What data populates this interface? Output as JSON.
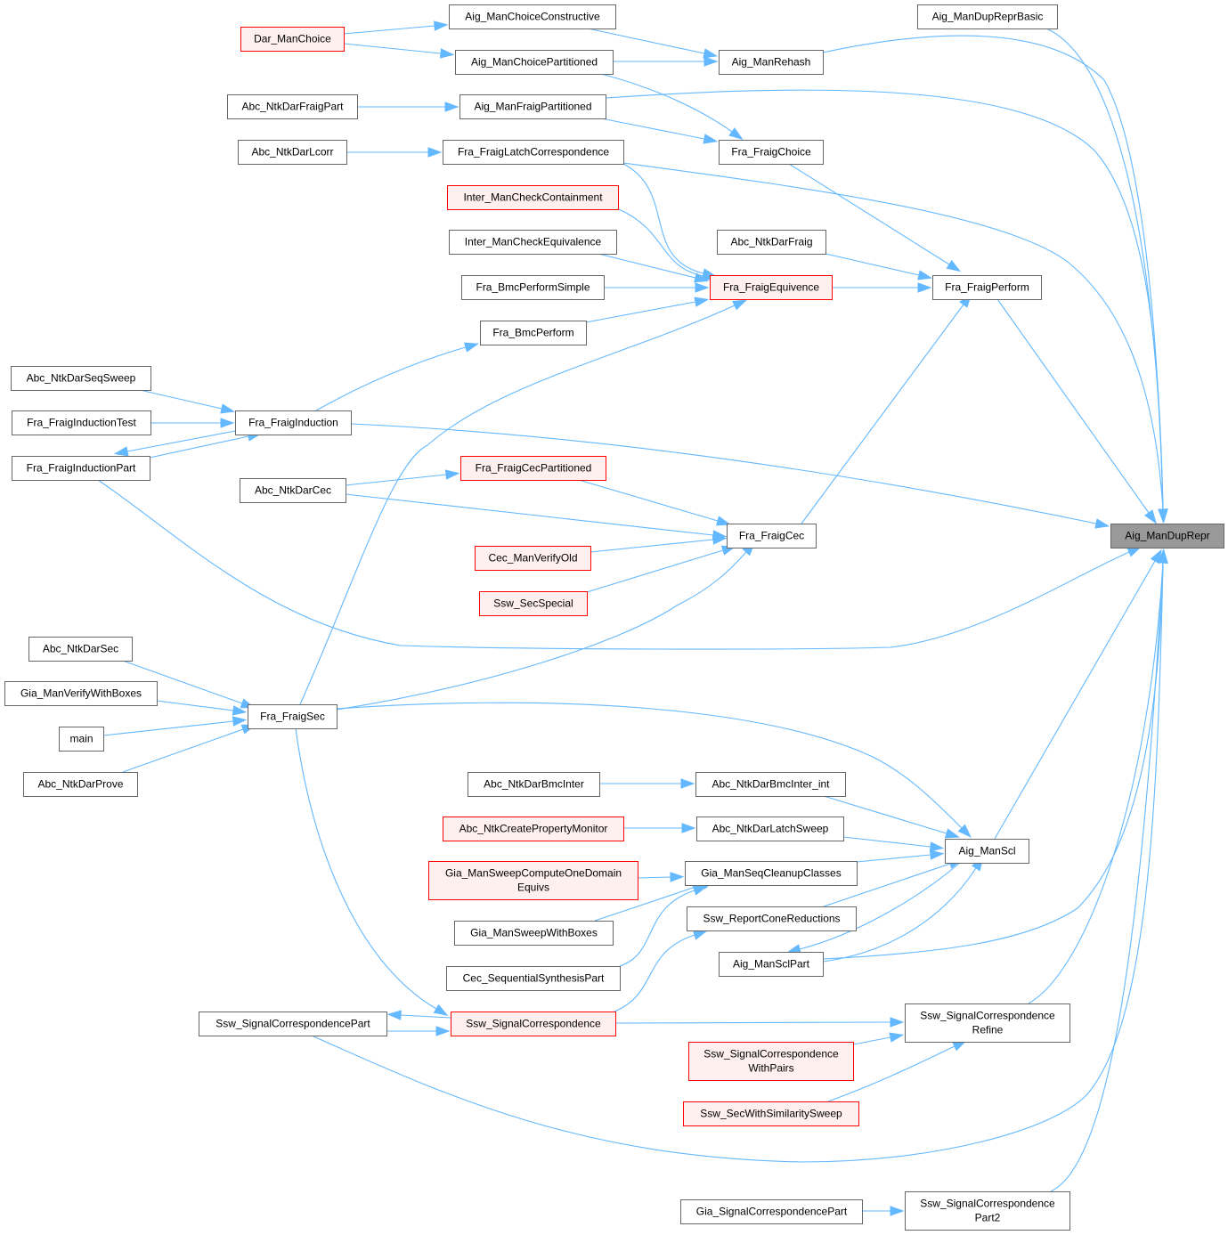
{
  "diagram": {
    "title": "Aig_ManDupRepr caller graph",
    "target": "Aig_ManDupRepr",
    "nodes": [
      {
        "id": "aig_mandupreprbasic",
        "text": [
          "Aig_ManDupReprBasic"
        ],
        "style": "normal"
      },
      {
        "id": "aig_manchoiceconstructive",
        "text": [
          "Aig_ManChoiceConstructive"
        ],
        "style": "normal"
      },
      {
        "id": "dar_manchoice",
        "text": [
          "Dar_ManChoice"
        ],
        "style": "red"
      },
      {
        "id": "aig_manchoicepartitioned",
        "text": [
          "Aig_ManChoicePartitioned"
        ],
        "style": "normal"
      },
      {
        "id": "aig_manrehash",
        "text": [
          "Aig_ManRehash"
        ],
        "style": "normal"
      },
      {
        "id": "abc_ntkdarfraigpart",
        "text": [
          "Abc_NtkDarFraigPart"
        ],
        "style": "normal"
      },
      {
        "id": "aig_manfraigpartitioned",
        "text": [
          "Aig_ManFraigPartitioned"
        ],
        "style": "normal"
      },
      {
        "id": "abc_ntkdarlcorr",
        "text": [
          "Abc_NtkDarLcorr"
        ],
        "style": "normal"
      },
      {
        "id": "fra_fraiglatchcorrespondence",
        "text": [
          "Fra_FraigLatchCorrespondence"
        ],
        "style": "normal"
      },
      {
        "id": "fra_fraigchoice",
        "text": [
          "Fra_FraigChoice"
        ],
        "style": "normal"
      },
      {
        "id": "inter_mancheckcontainment",
        "text": [
          "Inter_ManCheckContainment"
        ],
        "style": "red"
      },
      {
        "id": "inter_mancheckequivalence",
        "text": [
          "Inter_ManCheckEquivalence"
        ],
        "style": "normal"
      },
      {
        "id": "abc_ntkdarfraig",
        "text": [
          "Abc_NtkDarFraig"
        ],
        "style": "normal"
      },
      {
        "id": "fra_bmcperformsimple",
        "text": [
          "Fra_BmcPerformSimple"
        ],
        "style": "normal"
      },
      {
        "id": "fra_fraigequivence",
        "text": [
          "Fra_FraigEquivence"
        ],
        "style": "red"
      },
      {
        "id": "fra_fraigperform",
        "text": [
          "Fra_FraigPerform"
        ],
        "style": "normal"
      },
      {
        "id": "fra_bmcperform",
        "text": [
          "Fra_BmcPerform"
        ],
        "style": "normal"
      },
      {
        "id": "abc_ntkdarseqsweep",
        "text": [
          "Abc_NtkDarSeqSweep"
        ],
        "style": "normal"
      },
      {
        "id": "fra_fraiginductiontest",
        "text": [
          "Fra_FraigInductionTest"
        ],
        "style": "normal"
      },
      {
        "id": "fra_fraiginduction",
        "text": [
          "Fra_FraigInduction"
        ],
        "style": "normal"
      },
      {
        "id": "fra_fraiginductionpart",
        "text": [
          "Fra_FraigInductionPart"
        ],
        "style": "normal"
      },
      {
        "id": "fra_fraigcecpartitioned",
        "text": [
          "Fra_FraigCecPartitioned"
        ],
        "style": "red"
      },
      {
        "id": "abc_ntkdarcec",
        "text": [
          "Abc_NtkDarCec"
        ],
        "style": "normal"
      },
      {
        "id": "fra_fraigcec",
        "text": [
          "Fra_FraigCec"
        ],
        "style": "normal"
      },
      {
        "id": "aig_mandupdepr",
        "text": [
          "Aig_ManDupRepr"
        ],
        "style": "target"
      },
      {
        "id": "cec_manverifyold",
        "text": [
          "Cec_ManVerifyOld"
        ],
        "style": "red"
      },
      {
        "id": "ssw_secspecial",
        "text": [
          "Ssw_SecSpecial"
        ],
        "style": "red"
      },
      {
        "id": "abc_ntkdarsec",
        "text": [
          "Abc_NtkDarSec"
        ],
        "style": "normal"
      },
      {
        "id": "gia_manverifywithboxes",
        "text": [
          "Gia_ManVerifyWithBoxes"
        ],
        "style": "normal"
      },
      {
        "id": "fra_fraigsec",
        "text": [
          "Fra_FraigSec"
        ],
        "style": "normal"
      },
      {
        "id": "main",
        "text": [
          "main"
        ],
        "style": "normal"
      },
      {
        "id": "abc_ntkdarprove",
        "text": [
          "Abc_NtkDarProve"
        ],
        "style": "normal"
      },
      {
        "id": "abc_ntkdarbmcinter",
        "text": [
          "Abc_NtkDarBmcInter"
        ],
        "style": "normal"
      },
      {
        "id": "abc_ntkdarbmcinter_int",
        "text": [
          "Abc_NtkDarBmcInter_int"
        ],
        "style": "normal"
      },
      {
        "id": "abc_ntkcreatepropertymonitor",
        "text": [
          "Abc_NtkCreatePropertyMonitor"
        ],
        "style": "red"
      },
      {
        "id": "abc_ntkdarlatchsweep",
        "text": [
          "Abc_NtkDarLatchSweep"
        ],
        "style": "normal"
      },
      {
        "id": "aig_manscl",
        "text": [
          "Aig_ManScl"
        ],
        "style": "normal"
      },
      {
        "id": "gia_mansweepcomputeonedomainequivs",
        "text": [
          "Gia_ManSweepComputeOneDomain",
          "Equivs"
        ],
        "style": "red"
      },
      {
        "id": "gia_manseqcleanupclasses",
        "text": [
          "Gia_ManSeqCleanupClasses"
        ],
        "style": "normal"
      },
      {
        "id": "ssw_reportconereductions",
        "text": [
          "Ssw_ReportConeReductions"
        ],
        "style": "normal"
      },
      {
        "id": "gia_mansweepwithboxes",
        "text": [
          "Gia_ManSweepWithBoxes"
        ],
        "style": "normal"
      },
      {
        "id": "aig_mansclpart",
        "text": [
          "Aig_ManSclPart"
        ],
        "style": "normal"
      },
      {
        "id": "cec_sequentialsynthesispart",
        "text": [
          "Cec_SequentialSynthesisPart"
        ],
        "style": "normal"
      },
      {
        "id": "ssw_signalcorrespondencepart",
        "text": [
          "Ssw_SignalCorrespondencePart"
        ],
        "style": "normal"
      },
      {
        "id": "ssw_signalcorrespondence",
        "text": [
          "Ssw_SignalCorrespondence"
        ],
        "style": "red"
      },
      {
        "id": "ssw_signalcorrespondencerefine",
        "text": [
          "Ssw_SignalCorrespondence",
          "Refine"
        ],
        "style": "normal"
      },
      {
        "id": "ssw_signalcorrespondencewithpairs",
        "text": [
          "Ssw_SignalCorrespondence",
          "WithPairs"
        ],
        "style": "red"
      },
      {
        "id": "ssw_secwithsimilaritysweep",
        "text": [
          "Ssw_SecWithSimilaritySweep"
        ],
        "style": "red"
      },
      {
        "id": "gia_signalcorrespondencepart",
        "text": [
          "Gia_SignalCorrespondencePart"
        ],
        "style": "normal"
      },
      {
        "id": "ssw_signalcorrespondencepart2",
        "text": [
          "Ssw_SignalCorrespondence",
          "Part2"
        ],
        "style": "normal"
      }
    ],
    "edges": [
      [
        "aig_mandupreprbasic",
        "aig_mandupdepr"
      ],
      [
        "dar_manchoice",
        "aig_manchoiceconstructive"
      ],
      [
        "dar_manchoice",
        "aig_manchoicepartitioned"
      ],
      [
        "aig_manchoiceconstructive",
        "aig_manrehash"
      ],
      [
        "aig_manchoicepartitioned",
        "aig_manrehash"
      ],
      [
        "aig_manchoicepartitioned",
        "fra_fraigchoice"
      ],
      [
        "aig_manrehash",
        "aig_mandupdepr"
      ],
      [
        "abc_ntkdarfraigpart",
        "aig_manfraigpartitioned"
      ],
      [
        "aig_manfraigpartitioned",
        "fra_fraigchoice"
      ],
      [
        "aig_manfraigpartitioned",
        "aig_mandupdepr"
      ],
      [
        "abc_ntkdarlcorr",
        "fra_fraiglatchcorrespondence"
      ],
      [
        "fra_fraiglatchcorrespondence",
        "fra_fraigequivence"
      ],
      [
        "fra_fraiglatchcorrespondence",
        "aig_mandupdepr"
      ],
      [
        "fra_fraigchoice",
        "fra_fraigperform"
      ],
      [
        "inter_mancheckcontainment",
        "fra_fraigequivence"
      ],
      [
        "inter_mancheckequivalence",
        "fra_fraigequivence"
      ],
      [
        "fra_bmcperformsimple",
        "fra_fraigequivence"
      ],
      [
        "fra_bmcperform",
        "fra_fraigequivence"
      ],
      [
        "abc_ntkdarfraig",
        "fra_fraigperform"
      ],
      [
        "fra_fraigequivence",
        "fra_fraigperform"
      ],
      [
        "fra_fraigperform",
        "aig_mandupdepr"
      ],
      [
        "fra_fraiginduction",
        "fra_bmcperform"
      ],
      [
        "abc_ntkdarseqsweep",
        "fra_fraiginduction"
      ],
      [
        "fra_fraiginductiontest",
        "fra_fraiginduction"
      ],
      [
        "fra_fraiginductionpart",
        "fra_fraiginduction"
      ],
      [
        "fra_fraiginduction",
        "fra_fraiginductionpart"
      ],
      [
        "fra_fraiginduction",
        "aig_mandupdepr"
      ],
      [
        "fra_fraiginductionpart",
        "aig_mandupdepr"
      ],
      [
        "abc_ntkdarcec",
        "fra_fraigcecpartitioned"
      ],
      [
        "abc_ntkdarcec",
        "fra_fraigcec"
      ],
      [
        "fra_fraigcecpartitioned",
        "fra_fraigcec"
      ],
      [
        "cec_manverifyold",
        "fra_fraigcec"
      ],
      [
        "ssw_secspecial",
        "fra_fraigcec"
      ],
      [
        "fra_fraigcec",
        "fra_fraigperform"
      ],
      [
        "fra_fraigsec",
        "fra_fraigequivence"
      ],
      [
        "fra_fraigsec",
        "fra_fraigcec"
      ],
      [
        "abc_ntkdarsec",
        "fra_fraigsec"
      ],
      [
        "gia_manverifywithboxes",
        "fra_fraigsec"
      ],
      [
        "main",
        "fra_fraigsec"
      ],
      [
        "abc_ntkdarprove",
        "fra_fraigsec"
      ],
      [
        "fra_fraigsec",
        "aig_manscl"
      ],
      [
        "fra_fraigsec",
        "ssw_signalcorrespondence"
      ],
      [
        "abc_ntkdarbmcinter",
        "abc_ntkdarbmcinter_int"
      ],
      [
        "abc_ntkdarbmcinter_int",
        "aig_manscl"
      ],
      [
        "abc_ntkcreatepropertymonitor",
        "abc_ntkdarlatchsweep"
      ],
      [
        "abc_ntkdarlatchsweep",
        "aig_manscl"
      ],
      [
        "gia_mansweepcomputeonedomainequivs",
        "gia_manseqcleanupclasses"
      ],
      [
        "gia_mansweepwithboxes",
        "gia_manseqcleanupclasses"
      ],
      [
        "gia_manseqcleanupclasses",
        "aig_manscl"
      ],
      [
        "ssw_reportconereductions",
        "aig_manscl"
      ],
      [
        "aig_manscl",
        "aig_mansclpart"
      ],
      [
        "aig_mansclpart",
        "aig_manscl"
      ],
      [
        "aig_manscl",
        "aig_mandupdepr"
      ],
      [
        "aig_mansclpart",
        "aig_mandupdepr"
      ],
      [
        "cec_sequentialsynthesispart",
        "gia_manseqcleanupclasses"
      ],
      [
        "ssw_signalcorrespondence",
        "ssw_reportconereductions"
      ],
      [
        "ssw_signalcorrespondence",
        "ssw_signalcorrespondencepart"
      ],
      [
        "ssw_signalcorrespondencepart",
        "ssw_signalcorrespondence"
      ],
      [
        "ssw_signalcorrespondence",
        "ssw_signalcorrespondencerefine"
      ],
      [
        "ssw_signalcorrespondencewithpairs",
        "ssw_signalcorrespondencerefine"
      ],
      [
        "ssw_secwithsimilaritysweep",
        "ssw_signalcorrespondencerefine"
      ],
      [
        "ssw_signalcorrespondencerefine",
        "aig_mandupdepr"
      ],
      [
        "ssw_signalcorrespondencepart",
        "aig_mandupdepr"
      ],
      [
        "gia_signalcorrespondencepart",
        "ssw_signalcorrespondencepart2"
      ],
      [
        "ssw_signalcorrespondencepart2",
        "aig_mandupdepr"
      ]
    ]
  }
}
